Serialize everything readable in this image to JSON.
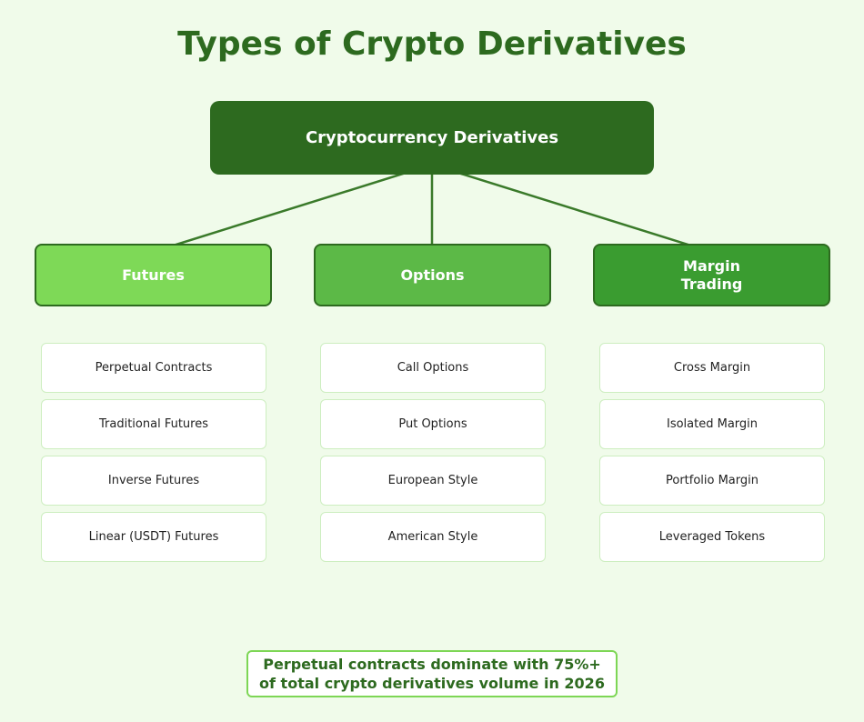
{
  "title": "Types of Crypto Derivatives",
  "root": {
    "label": "Cryptocurrency Derivatives",
    "color": "#2d6a1f"
  },
  "categories": [
    {
      "label": "Futures",
      "color": "#7ed957",
      "items": [
        "Perpetual Contracts",
        "Traditional Futures",
        "Inverse Futures",
        "Linear (USDT) Futures"
      ]
    },
    {
      "label": "Options",
      "color": "#5cb947",
      "items": [
        "Call Options",
        "Put Options",
        "European Style",
        "American Style"
      ]
    },
    {
      "label": "Margin\nTrading",
      "color": "#3a9c30",
      "items": [
        "Cross Margin",
        "Isolated Margin",
        "Portfolio Margin",
        "Leveraged Tokens"
      ]
    }
  ],
  "note": {
    "line1": "Perpetual contracts dominate with 75%+",
    "line2": "of total crypto derivatives volume in 2026"
  }
}
